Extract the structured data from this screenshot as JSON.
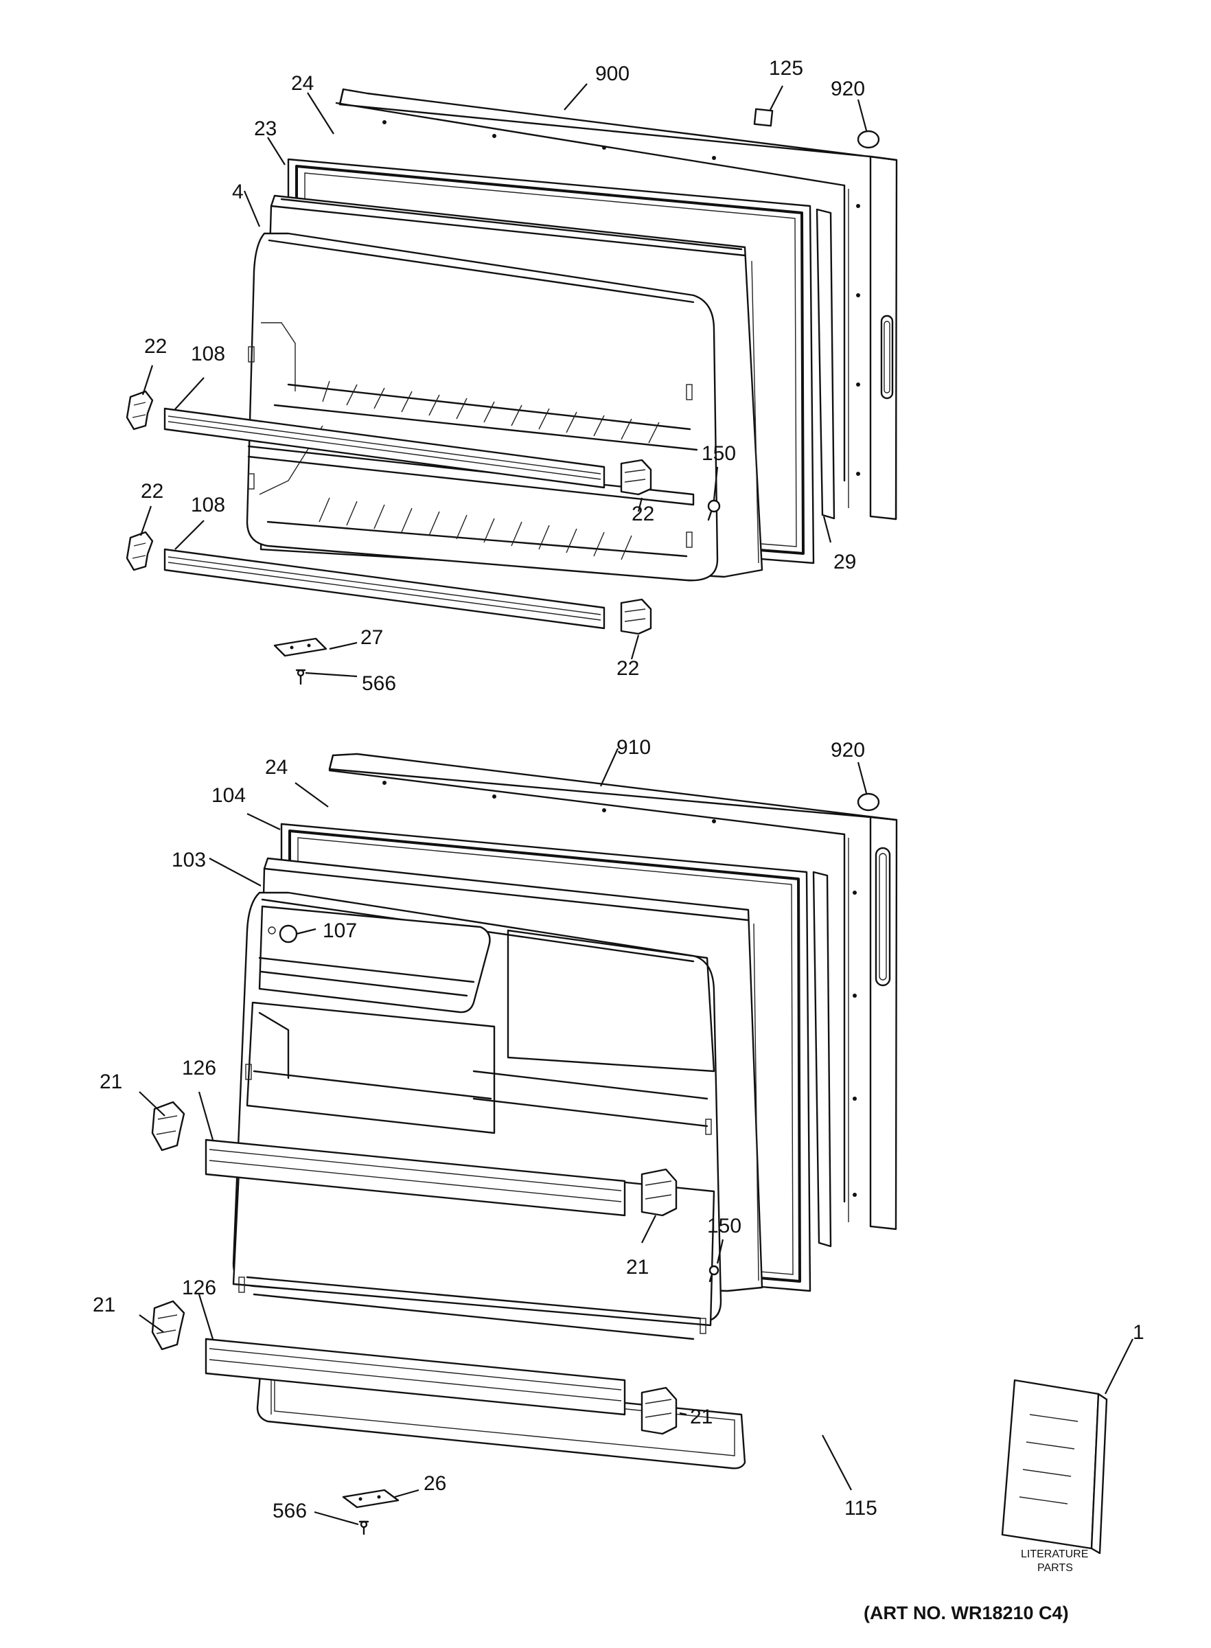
{
  "labels": {
    "p900": "900",
    "p125": "125",
    "p920_top": "920",
    "p24_top": "24",
    "p23": "23",
    "p4": "4",
    "p22_a": "22",
    "p108_a": "108",
    "p150_top": "150",
    "p22_b": "22",
    "p22_c": "22",
    "p108_b": "108",
    "p29": "29",
    "p27": "27",
    "p566_top": "566",
    "p22_d": "22",
    "p910": "910",
    "p920_bot": "920",
    "p24_bot": "24",
    "p104": "104",
    "p103": "103",
    "p107": "107",
    "p21_a": "21",
    "p126_a": "126",
    "p150_bot": "150",
    "p21_b": "21",
    "p21_c": "21",
    "p126_b": "126",
    "p21_d": "21",
    "p1": "1",
    "p115": "115",
    "p26": "26",
    "p566_bot": "566"
  },
  "literature": {
    "line1": "LITERATURE",
    "line2": "PARTS"
  },
  "art_number": "(ART NO. WR18210 C4)"
}
